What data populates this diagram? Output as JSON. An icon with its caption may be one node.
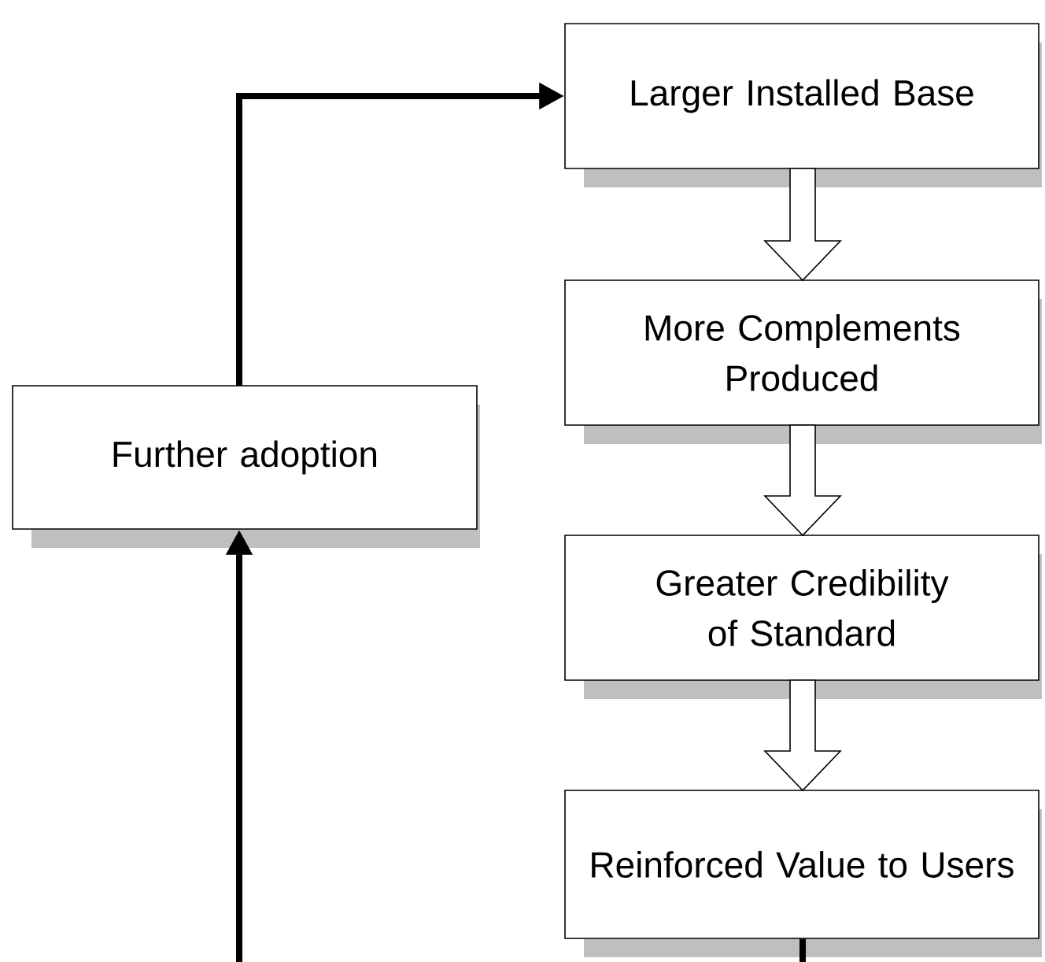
{
  "diagram": {
    "nodes": [
      {
        "text": [
          "Larger Installed Base"
        ]
      },
      {
        "text": [
          "More Complements Produced"
        ]
      },
      {
        "text": [
          "Greater Credibility of Standard"
        ]
      },
      {
        "text": [
          "Reinforced Value to Users"
        ]
      },
      {
        "text": [
          "Further adoption"
        ]
      }
    ],
    "edges": [
      {
        "from": 0,
        "to": 1,
        "arrow": "to"
      },
      {
        "from": 1,
        "to": 2,
        "arrow": "to"
      },
      {
        "from": 2,
        "to": 3,
        "arrow": "to"
      },
      {
        "from": 4,
        "to": 0,
        "arrow": "to"
      },
      {
        "from": null,
        "to": 4,
        "arrow": "to"
      },
      {
        "from": 3,
        "to": null,
        "arrow": "none"
      }
    ]
  }
}
